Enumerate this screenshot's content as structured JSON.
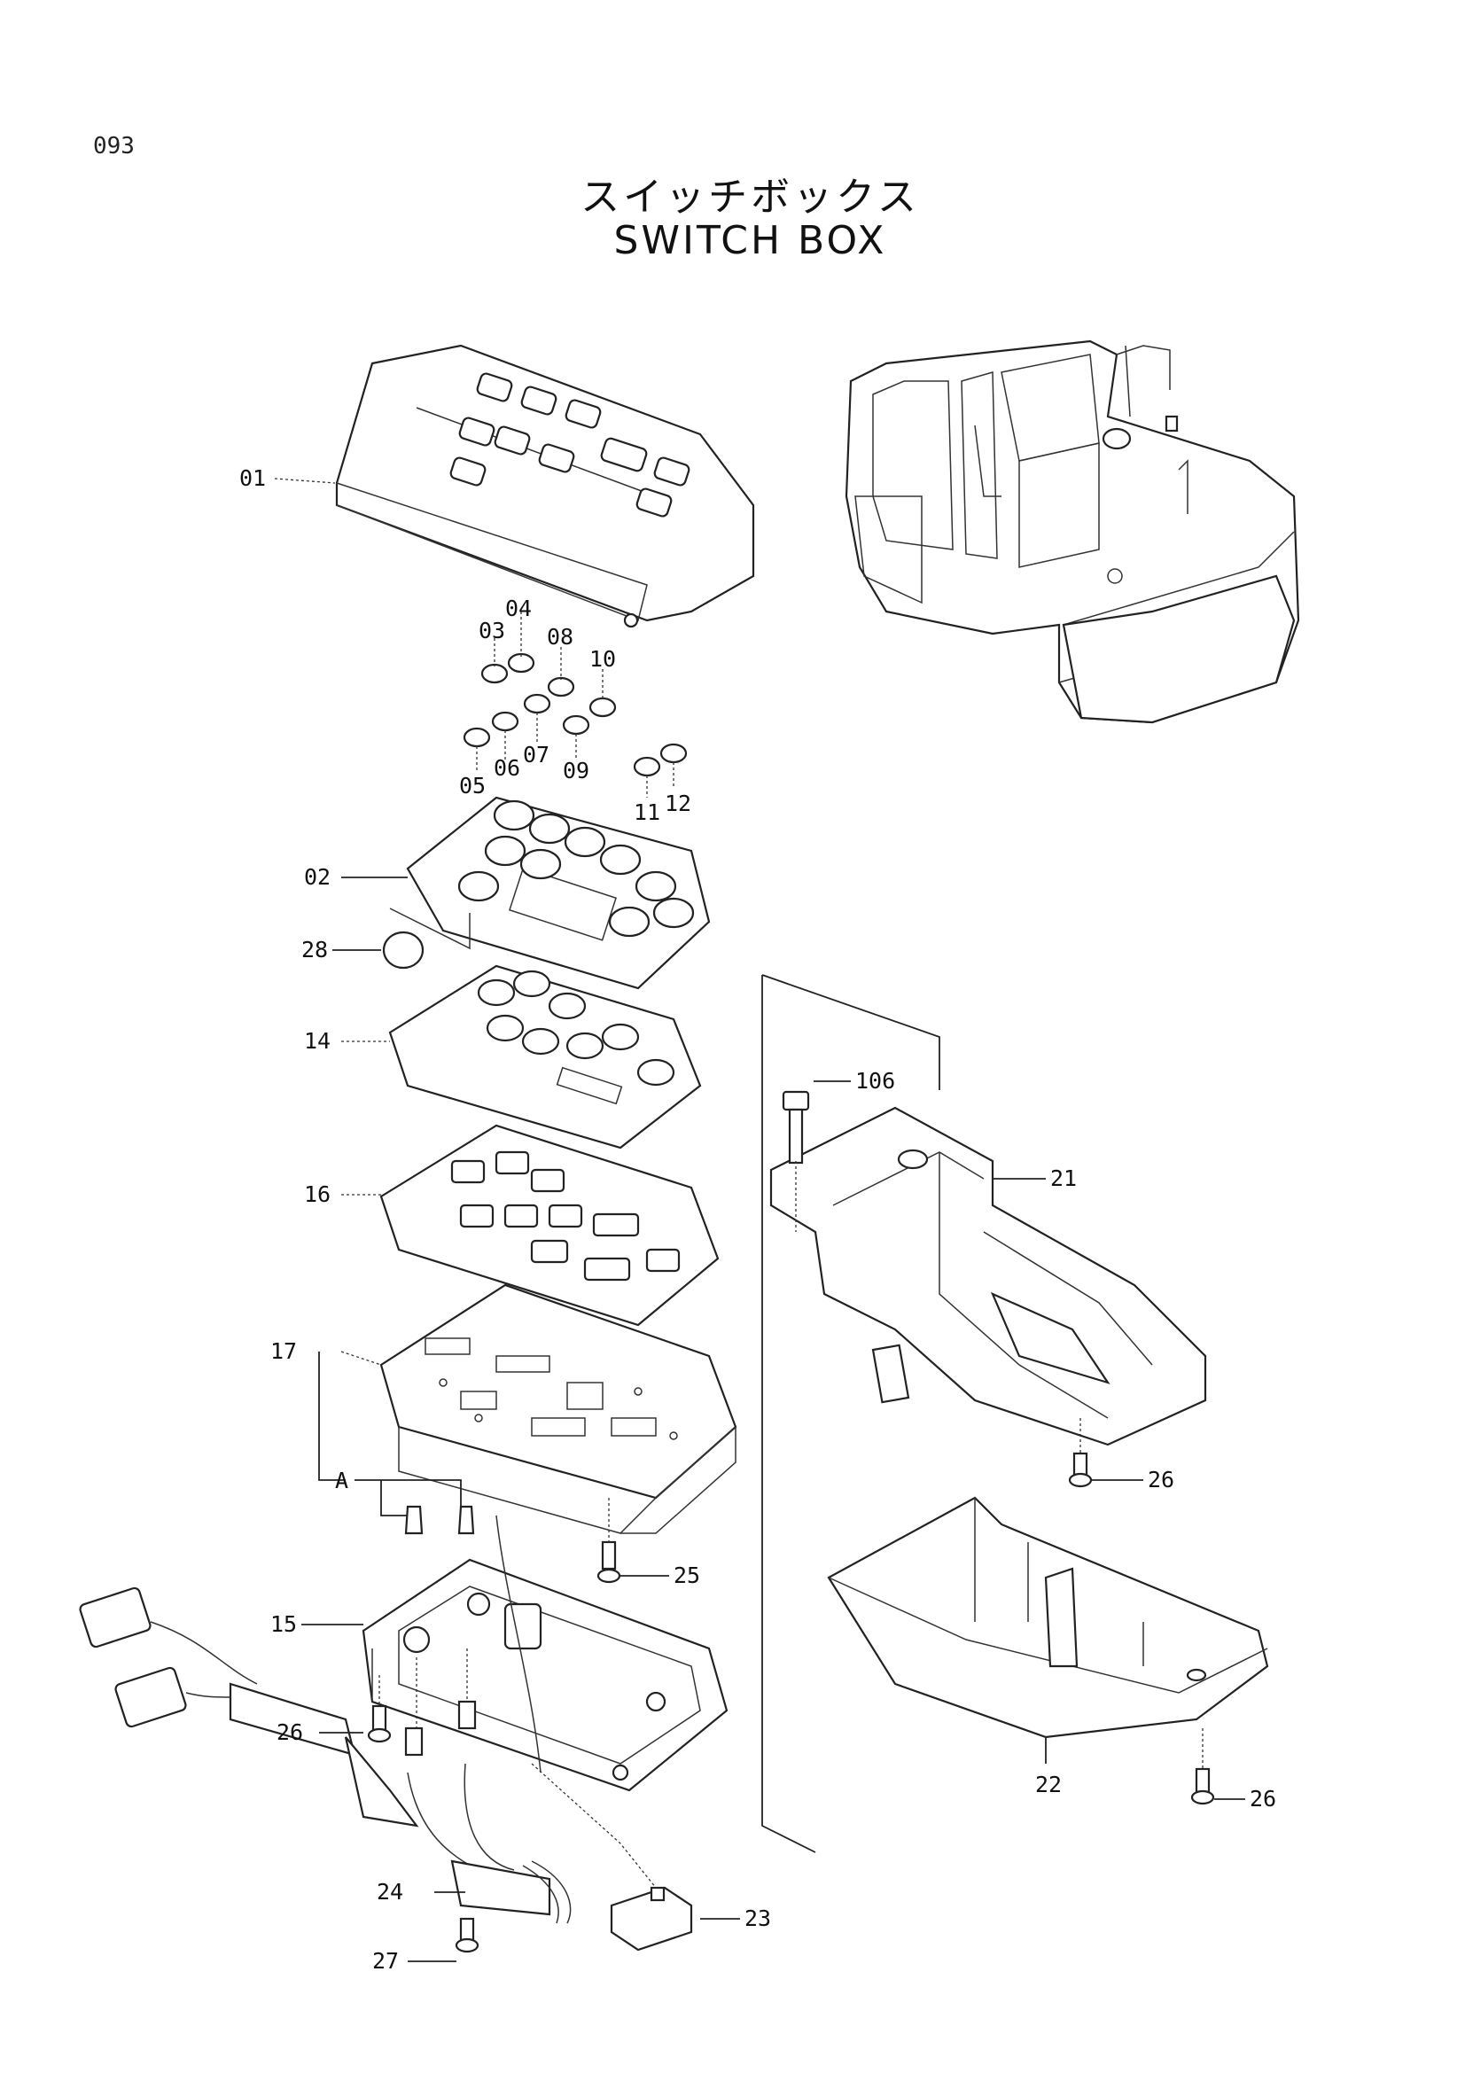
{
  "page_number": "093",
  "title_ja": "スイッチボックス",
  "title_en": "SWITCH BOX",
  "callouts": {
    "c01": "01",
    "c02": "02",
    "c03": "03",
    "c04": "04",
    "c05": "05",
    "c06": "06",
    "c07": "07",
    "c08": "08",
    "c09": "09",
    "c10": "10",
    "c11": "11",
    "c12": "12",
    "c14": "14",
    "c15": "15",
    "c16": "16",
    "c17": "17",
    "cA": "A",
    "c21": "21",
    "c22": "22",
    "c23": "23",
    "c24": "24",
    "c25": "25",
    "c26a": "26",
    "c26b": "26",
    "c26c": "26",
    "c27": "27",
    "c28": "28",
    "c106": "106"
  }
}
